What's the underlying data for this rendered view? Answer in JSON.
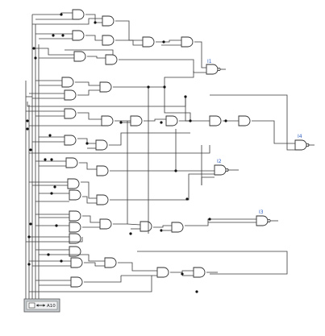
{
  "outputs": {
    "o1": "I1",
    "o2": "I4",
    "o3": "I2",
    "o4": "I3"
  },
  "input_component": {
    "label": "A10",
    "icon": "bidirectional-arrow-icon"
  },
  "colors": {
    "wire": "#3a3a3a",
    "label": "#2f5fbf",
    "component_fill": "#c7cdd1"
  }
}
